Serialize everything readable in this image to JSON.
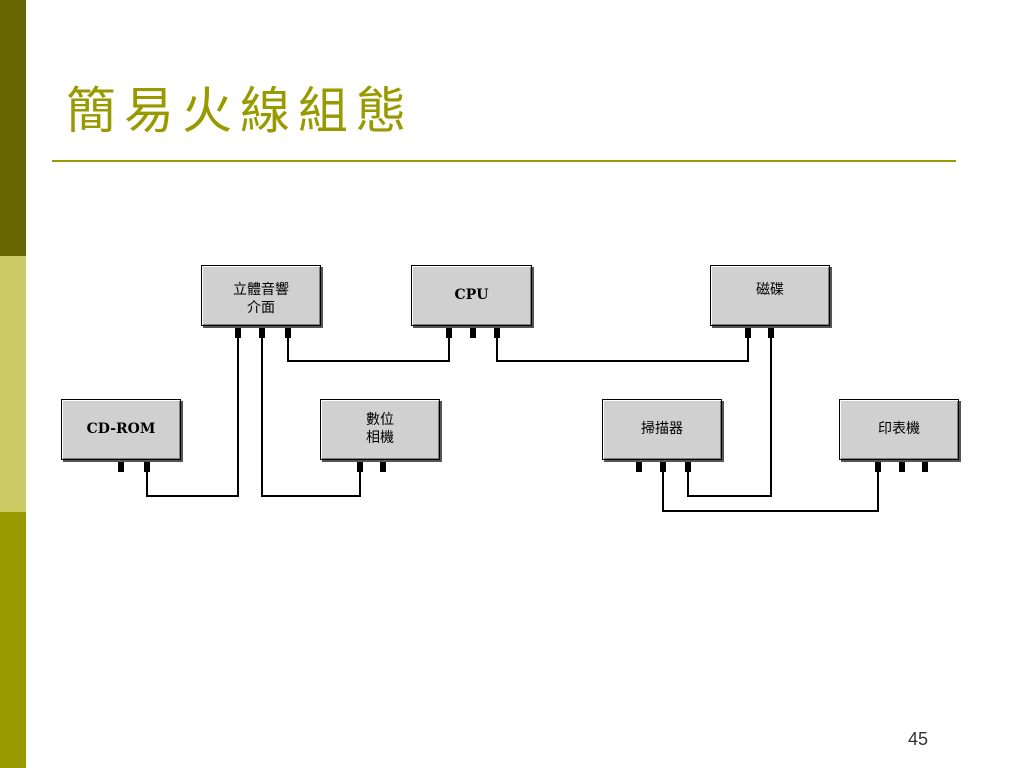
{
  "slide": {
    "title": "簡易火線組態",
    "page_number": "45"
  },
  "diagram": {
    "nodes": {
      "sound": "立體音響\n介面",
      "cpu": "CPU",
      "disk": "磁碟",
      "cdrom": "CD-ROM",
      "camera": "數位\n相機",
      "scanner": "掃描器",
      "printer": "印表機"
    }
  },
  "colors": {
    "accent": "#999900",
    "sidebar_top": "#666600",
    "sidebar_mid": "#cccc66",
    "sidebar_bottom": "#999900",
    "node_fill": "#d0d0d0"
  }
}
